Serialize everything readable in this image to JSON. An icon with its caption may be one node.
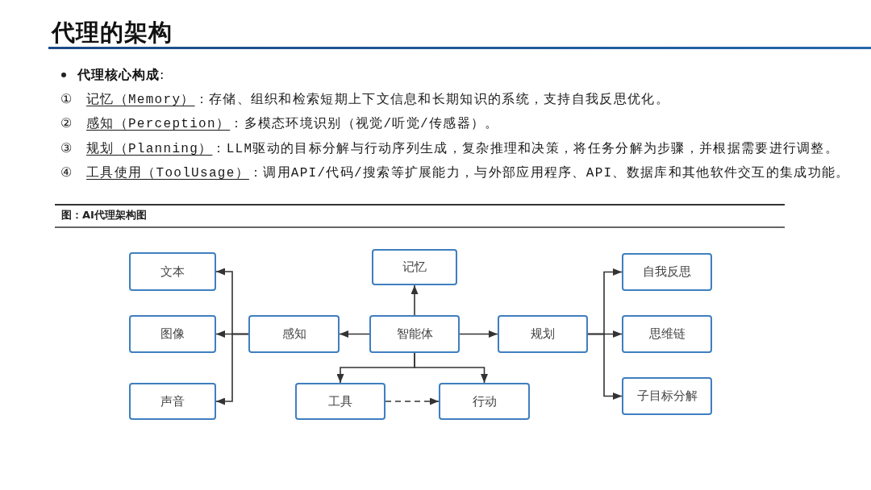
{
  "diagram": {
    "title": "代理的架构",
    "caption": "图：AI代理架构图",
    "nodes": [
      {
        "text": [
          "文本"
        ]
      },
      {
        "text": [
          "记忆"
        ]
      },
      {
        "text": [
          "自我反思"
        ]
      },
      {
        "text": [
          "图像"
        ]
      },
      {
        "text": [
          "感知"
        ]
      },
      {
        "text": [
          "智能体"
        ]
      },
      {
        "text": [
          "规划"
        ]
      },
      {
        "text": [
          "思维链"
        ]
      },
      {
        "text": [
          "声音"
        ]
      },
      {
        "text": [
          "工具"
        ]
      },
      {
        "text": [
          "行动"
        ]
      },
      {
        "text": [
          "子目标分解"
        ]
      }
    ],
    "edges": [
      {
        "from": 5,
        "to": 4,
        "arrow": "to"
      },
      {
        "from": 4,
        "to": 0,
        "arrow": "to"
      },
      {
        "from": 4,
        "to": 3,
        "arrow": "to"
      },
      {
        "from": 4,
        "to": 8,
        "arrow": "to"
      },
      {
        "from": 5,
        "to": 1,
        "arrow": "to"
      },
      {
        "from": 5,
        "to": 6,
        "arrow": "to"
      },
      {
        "from": 6,
        "to": 2,
        "arrow": "to"
      },
      {
        "from": 6,
        "to": 7,
        "arrow": "to"
      },
      {
        "from": 6,
        "to": 11,
        "arrow": "to"
      },
      {
        "from": 5,
        "to": 9,
        "arrow": "to"
      },
      {
        "from": 5,
        "to": 10,
        "arrow": "to"
      },
      {
        "from": 9,
        "to": 10,
        "arrow": "to",
        "style": "dashed"
      }
    ],
    "labels": [
      "**代理核心构成**:",
      "①",
      "记忆（Memory）",
      "：存储、组织和检索短期上下文信息和长期知识的系统，支持自我反思优化。",
      "②",
      "感知（Perception）",
      "：多模态环境识别（视觉/听觉/传感器）。",
      "③",
      "规划（Planning）",
      "：LLM驱动的目标分解与行动序列生成，复杂推理和决策，将任务分解为步骤，并根据需要进行调整。",
      "④",
      "工具使用（ToolUsage）",
      "：调用API/代码/搜索等扩展能力，与外部应用程序、API、数据库和其他软件交互的集成功能。"
    ]
  }
}
